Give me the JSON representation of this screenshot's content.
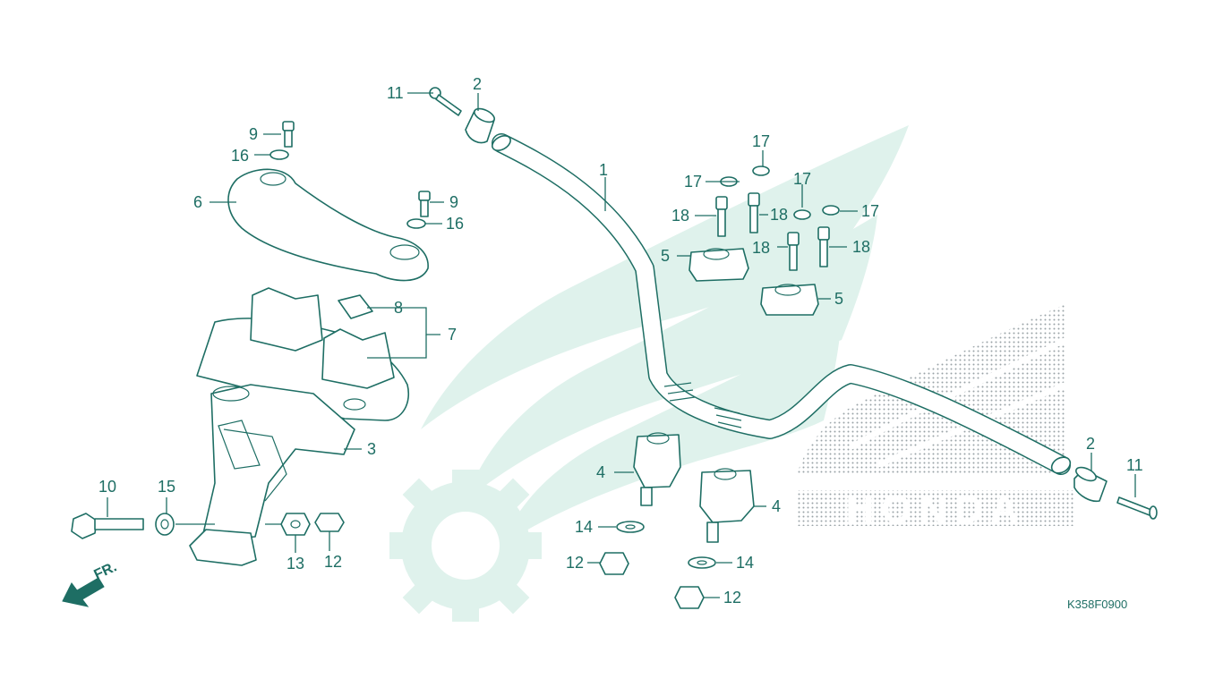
{
  "diagram": {
    "code": "K358F0900",
    "direction_label": "FR.",
    "brand_watermark": "HONDA",
    "colors": {
      "ink": "#1e6e64",
      "watermark": "#dff2ec",
      "watermark_dots": "#9aa3a6",
      "background": "#ffffff"
    }
  },
  "callouts": {
    "c1": "1",
    "c2_left": "2",
    "c2_right": "2",
    "c3": "3",
    "c4_left": "4",
    "c4_right": "4",
    "c5_left": "5",
    "c5_right": "5",
    "c6": "6",
    "c7": "7",
    "c8": "8",
    "c9_top": "9",
    "c9_mid": "9",
    "c10": "10",
    "c11_left": "11",
    "c11_right": "11",
    "c12_left": "12",
    "c12_mid": "12",
    "c12_right": "12",
    "c13": "13",
    "c14_left": "14",
    "c14_right": "14",
    "c15": "15",
    "c16_top": "16",
    "c16_mid": "16",
    "c17_a": "17",
    "c17_b": "17",
    "c17_c": "17",
    "c17_d": "17",
    "c18_a": "18",
    "c18_b": "18",
    "c18_c": "18",
    "c18_d": "18"
  }
}
